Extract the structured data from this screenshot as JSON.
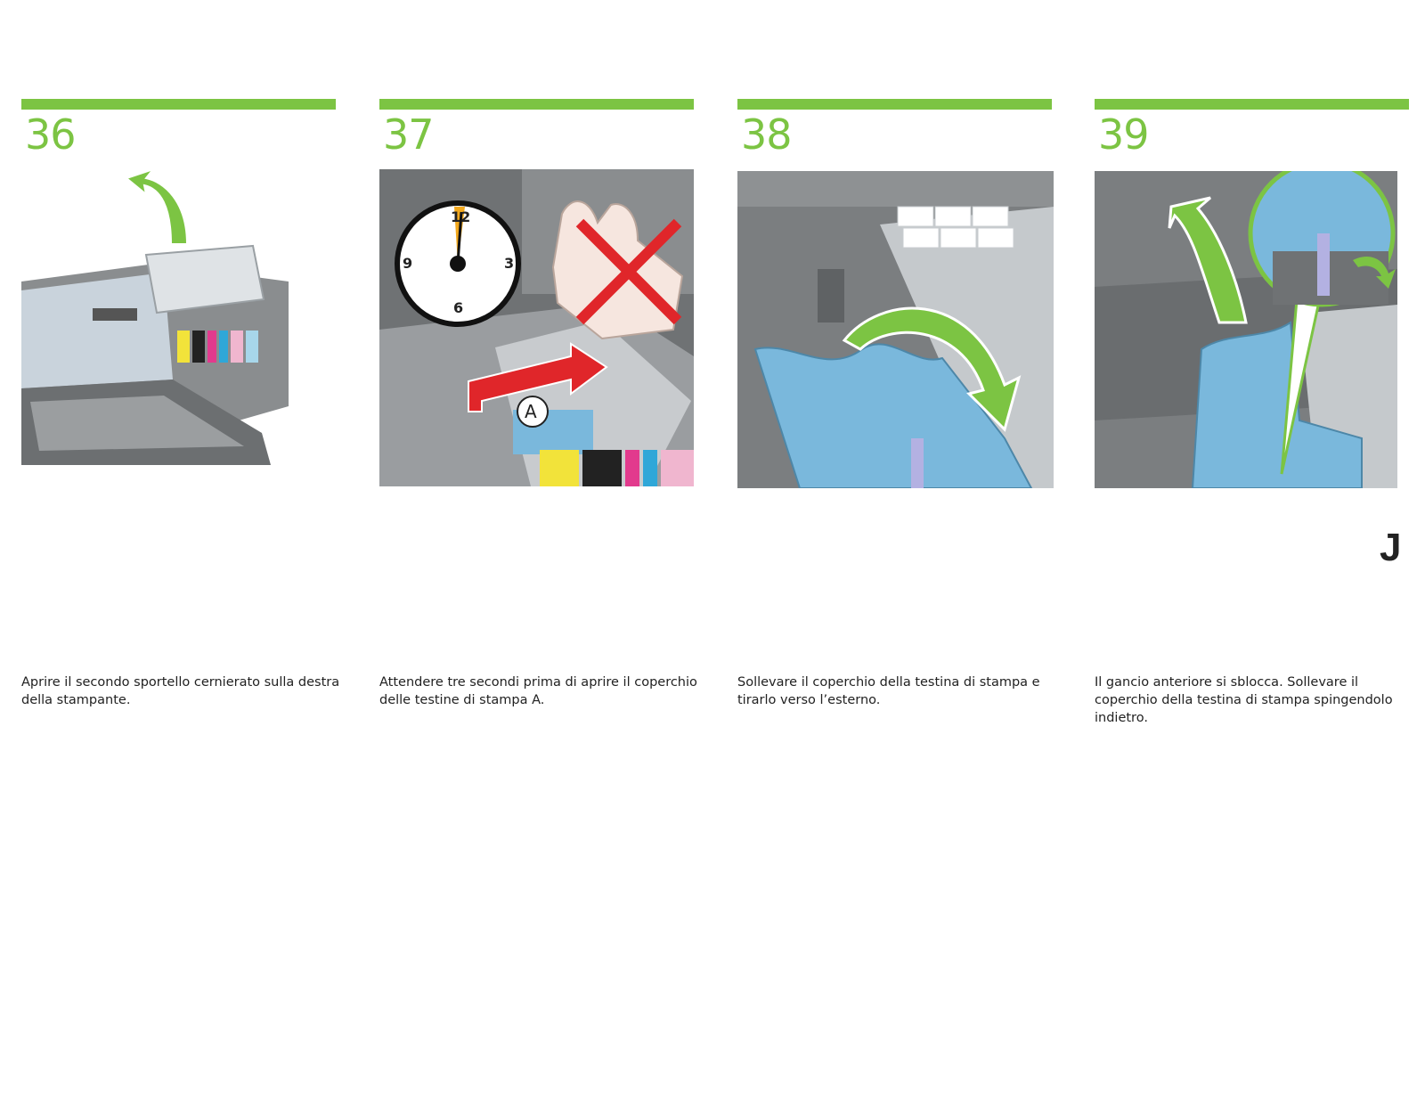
{
  "steps": [
    {
      "number": "36",
      "caption": "Aprire il secondo sportello cernierato sulla destra della stampante.",
      "illustration": "printer-open-right-door"
    },
    {
      "number": "37",
      "caption": "Attendere tre secondi prima di aprire il coperchio delle testine di stampa A.",
      "illustration": "wait-three-seconds-clock",
      "clock_labels": {
        "twelve": "12",
        "three": "3",
        "six": "6",
        "nine": "9"
      },
      "callout": "A"
    },
    {
      "number": "38",
      "caption": "Sollevare il coperchio della testina di stampa e tirarlo verso l’esterno.",
      "illustration": "lift-printhead-cover"
    },
    {
      "number": "39",
      "caption": "Il gancio anteriore si sblocca. Sollevare il coperchio della testina di stampa spingendolo indietro.",
      "illustration": "release-front-latch"
    }
  ],
  "section_letter": "J",
  "colors": {
    "accent": "#7cc443",
    "printer_gray": "#777a7c",
    "cover_blue": "#7ab8dc",
    "stop_red": "#e0262a"
  }
}
